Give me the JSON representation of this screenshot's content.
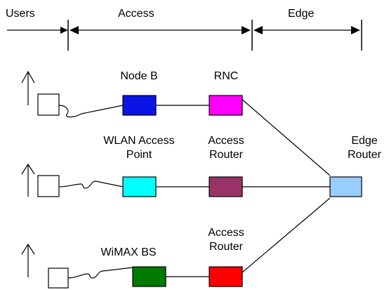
{
  "header": {
    "users": "Users",
    "access": "Access",
    "edge": "Edge"
  },
  "nodes": {
    "node_b": {
      "label": "Node B",
      "color": "#0a14e6"
    },
    "rnc": {
      "label": "RNC",
      "color": "#ff00ff"
    },
    "wlan_ap": {
      "label": "WLAN Access\nPoint",
      "color": "#00ffff"
    },
    "access_router_1": {
      "label": "Access\nRouter",
      "color": "#993366"
    },
    "wimax_bs": {
      "label": "WiMAX BS",
      "color": "#007a00"
    },
    "access_router_2": {
      "label": "Access\nRouter",
      "color": "#ff0000"
    },
    "edge_router": {
      "label": "Edge\nRouter",
      "color": "#99ccff"
    }
  },
  "icons": {
    "user_terminal": "antenna-terminal-icon"
  }
}
